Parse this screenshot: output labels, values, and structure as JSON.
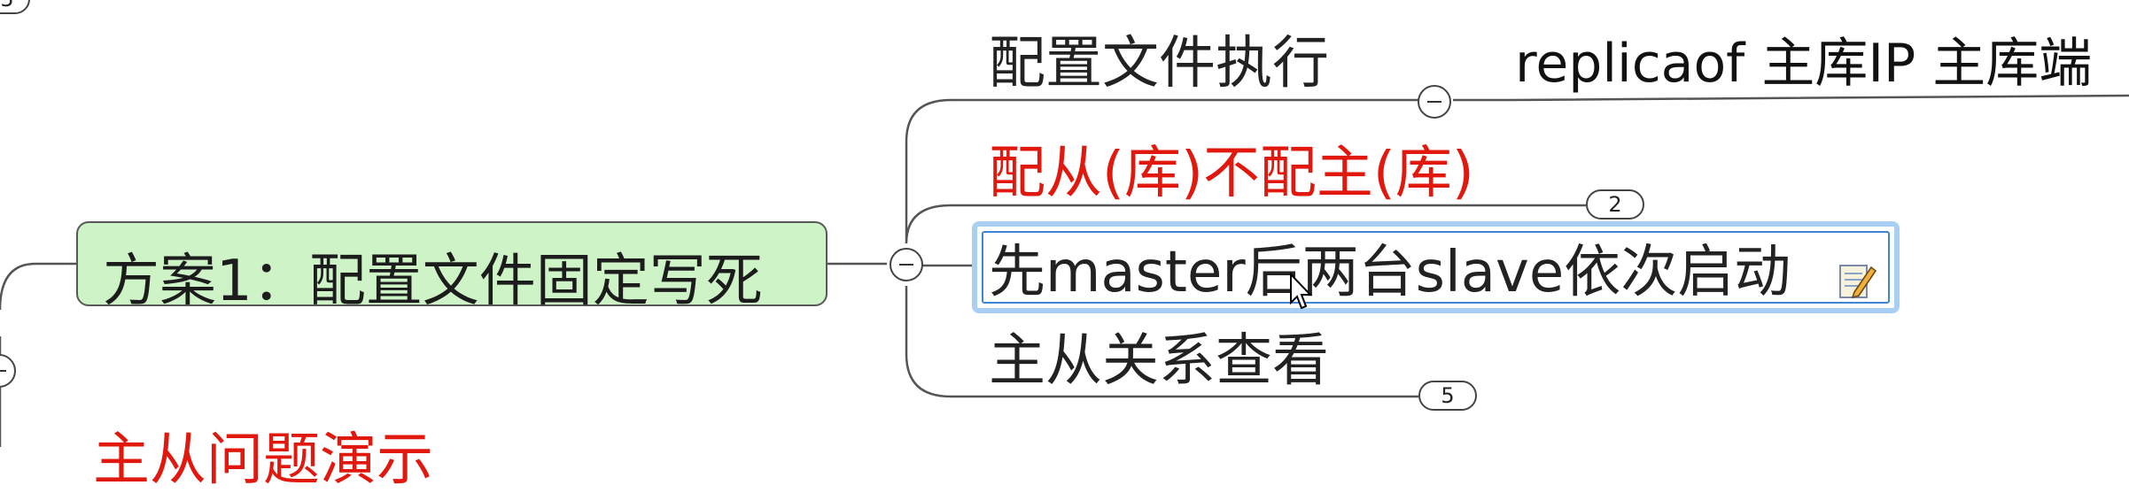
{
  "main_topic": {
    "label": "方案1：配置文件固定写死"
  },
  "branches": [
    {
      "label": "配置文件执行",
      "color": "#222222"
    },
    {
      "label": "配从(库)不配主(库)",
      "color": "#e0180e",
      "count": "2"
    },
    {
      "label": "先master后两台slave依次启动",
      "color": "#222222",
      "selected": true
    },
    {
      "label": "主从关系查看",
      "color": "#222222",
      "count": "5"
    }
  ],
  "sub_topic": {
    "label": "replicaof 主库IP 主库端"
  },
  "partial": {
    "bottom_label": "主从问题演示",
    "top_count": "5"
  },
  "colors": {
    "main_fill": "#cdf3c6",
    "selection": "#3d86d6",
    "red": "#e0180e"
  }
}
